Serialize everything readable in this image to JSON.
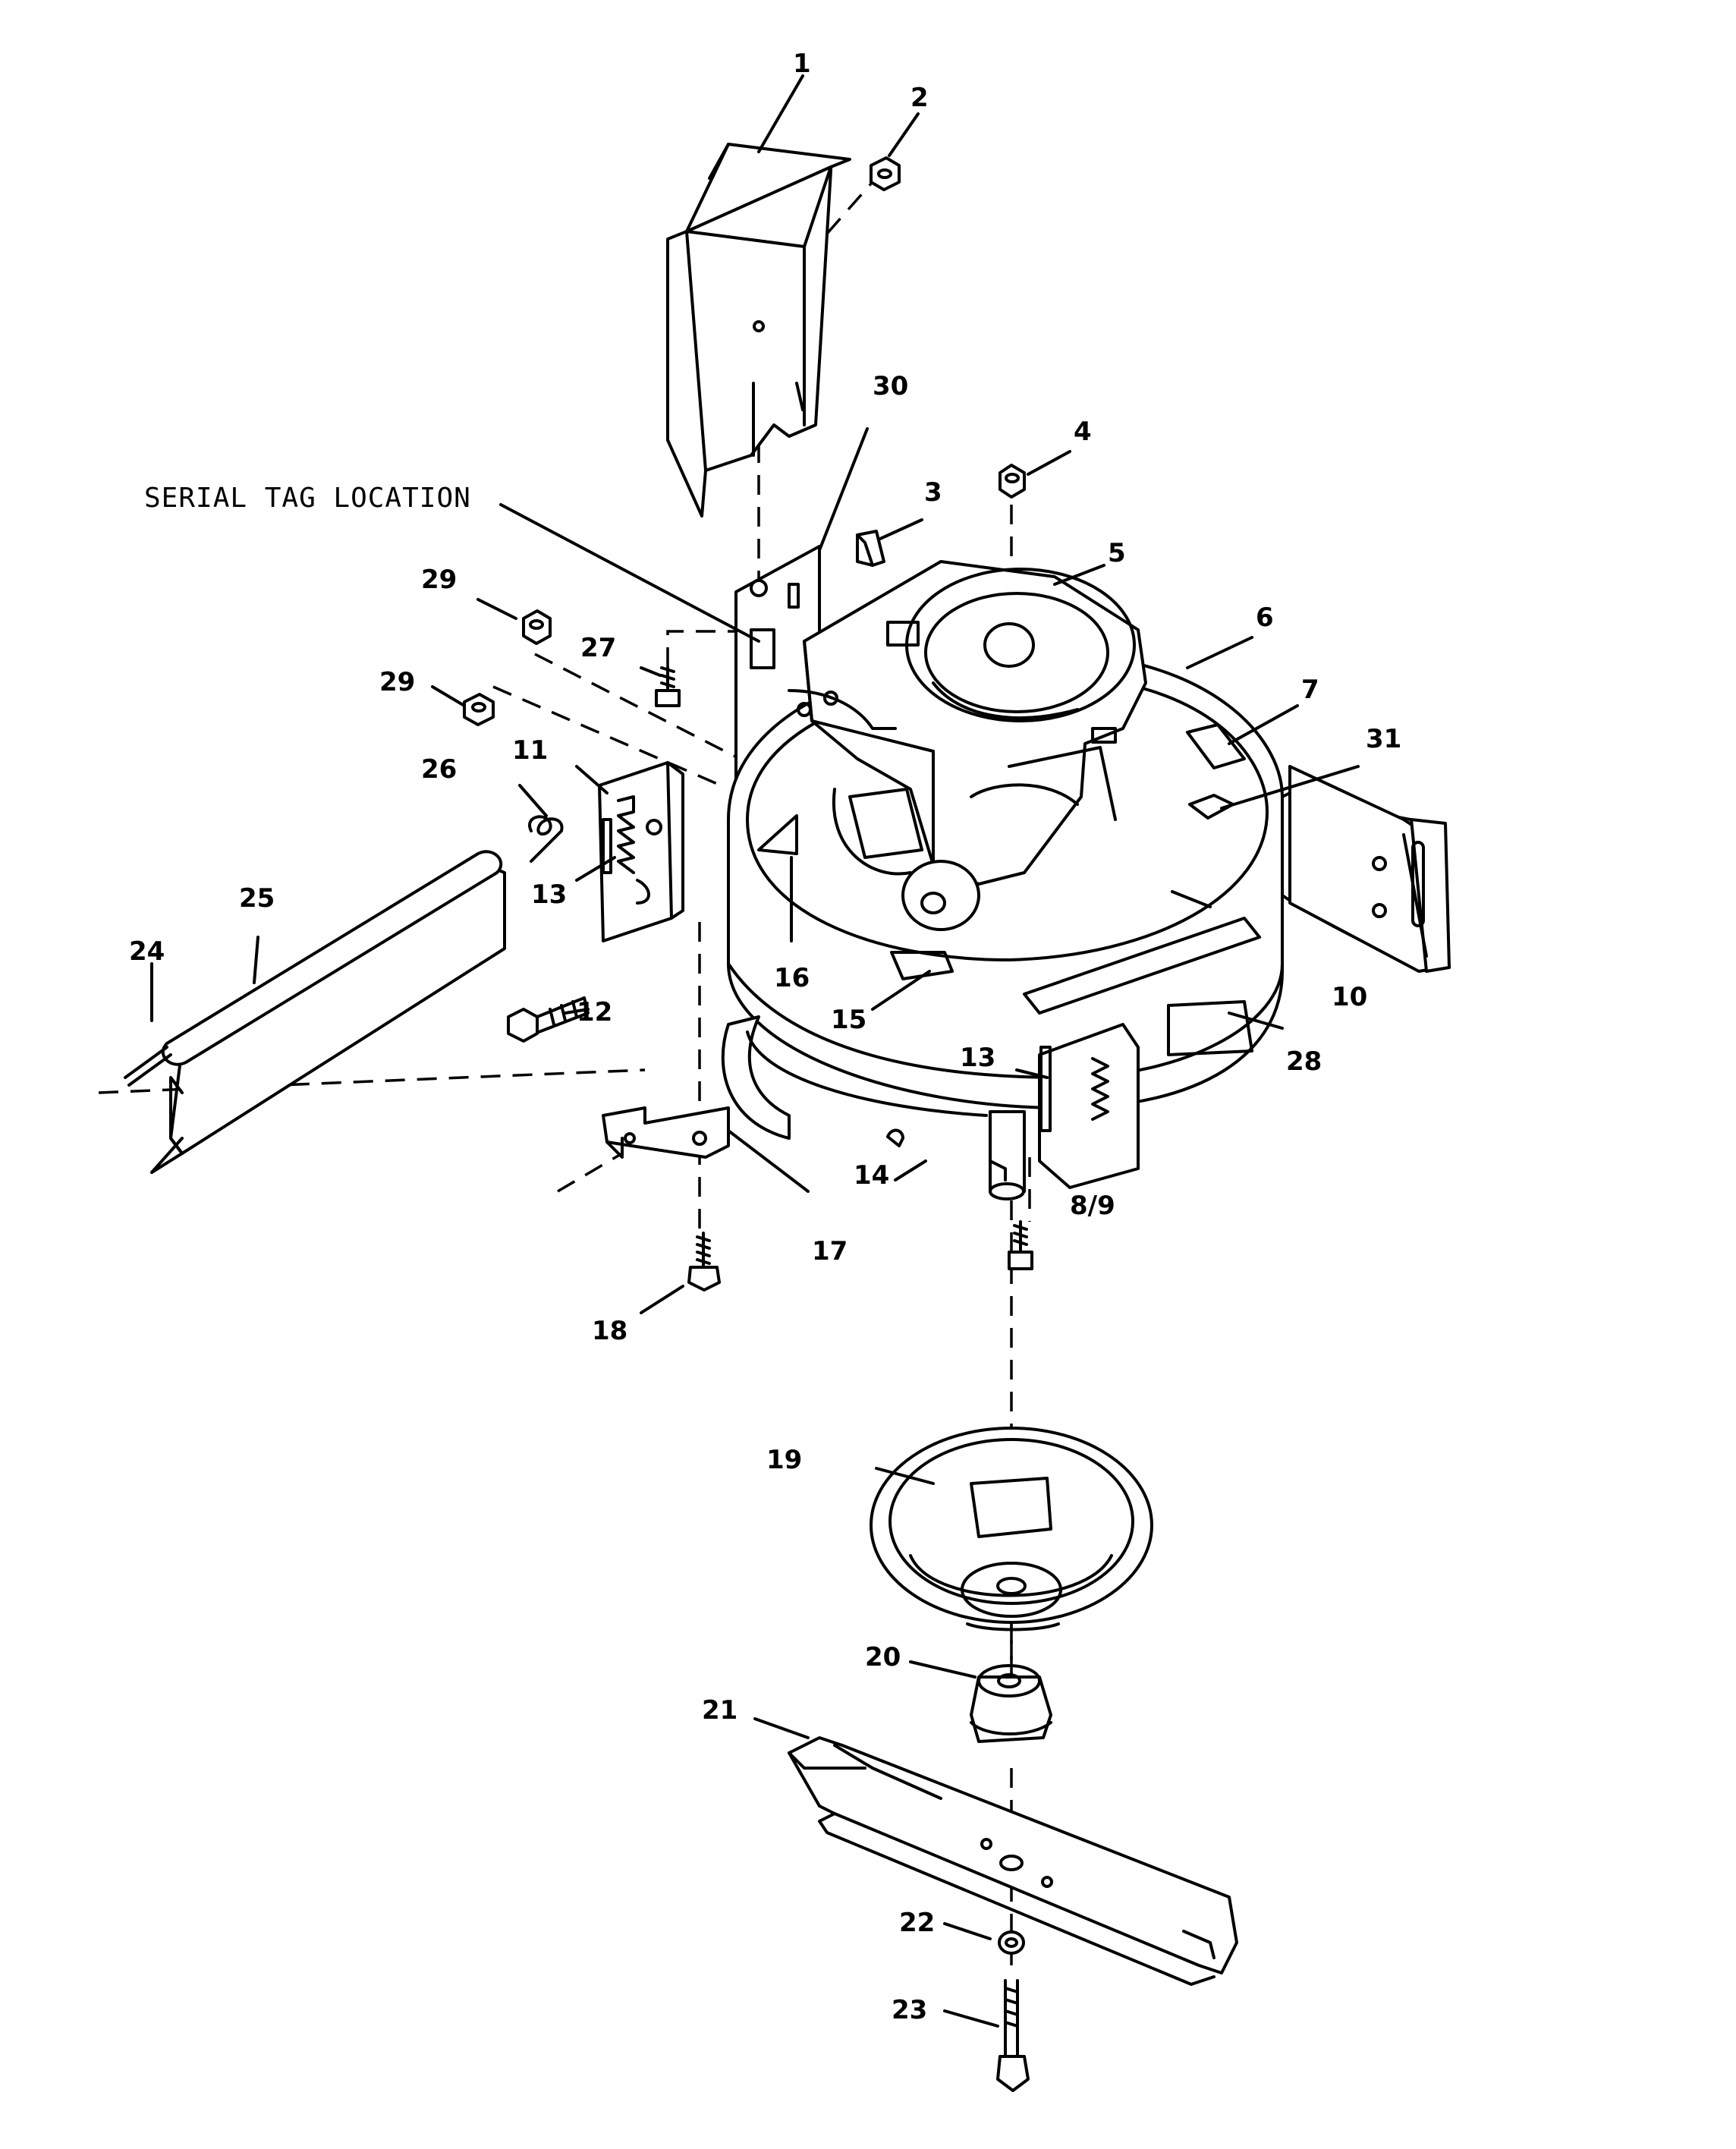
{
  "note": {
    "text": "SERIAL TAG LOCATION"
  },
  "callouts": {
    "c1": "1",
    "c2": "2",
    "c3": "3",
    "c4": "4",
    "c5": "5",
    "c6": "6",
    "c7": "7",
    "c8_9": "8/9",
    "c10": "10",
    "c11": "11",
    "c12": "12",
    "c13a": "13",
    "c13b": "13",
    "c14": "14",
    "c15": "15",
    "c16": "16",
    "c17": "17",
    "c18": "18",
    "c19": "19",
    "c20": "20",
    "c21": "21",
    "c22": "22",
    "c23": "23",
    "c24": "24",
    "c25": "25",
    "c26": "26",
    "c27": "27",
    "c28": "28",
    "c29a": "29",
    "c29b": "29",
    "c30": "30",
    "c31": "31"
  },
  "colors": {
    "line": "#000000",
    "background": "#ffffff"
  }
}
